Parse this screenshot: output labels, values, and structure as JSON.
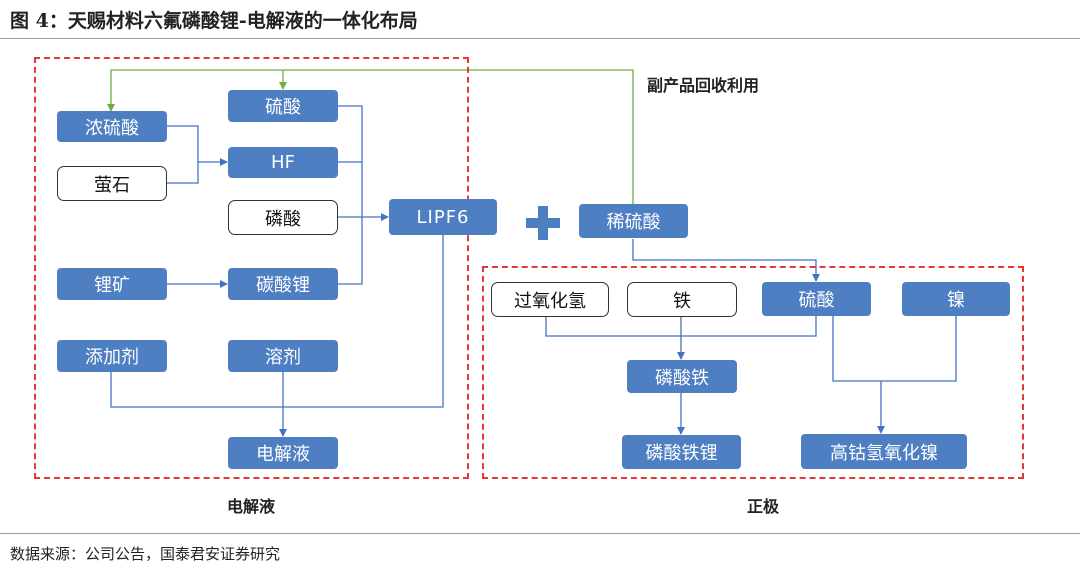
{
  "title": "图 4：天赐材料六氟磷酸锂-电解液的一体化布局",
  "source": "数据来源：公司公告，国泰君安证券研究",
  "captions": {
    "electrolyte": "电解液",
    "cathode": "正极",
    "byproduct": "副产品回收利用"
  },
  "nodes": {
    "conc_sulfuric": "浓硫酸",
    "fluorite": "萤石",
    "sulfuric_top": "硫酸",
    "hf": "HF",
    "phosphoric": "磷酸",
    "lithium_ore": "锂矿",
    "lithium_carbonate": "碳酸锂",
    "lipf6": "LIPF6",
    "additive": "添加剂",
    "solvent": "溶剂",
    "electrolyte": "电解液",
    "dilute_sulfuric": "稀硫酸",
    "hydrogen_peroxide": "过氧化氢",
    "iron": "铁",
    "sulfuric_right": "硫酸",
    "nickel": "镍",
    "iron_phosphate": "磷酸铁",
    "lfp": "磷酸铁锂",
    "nca_hydroxide": "高钴氢氧化镍"
  },
  "colors": {
    "box_blue": "#4e7fc3",
    "connector_blue": "#4472c4",
    "recycle_green": "#70ad47",
    "frame_red": "#e53935"
  }
}
